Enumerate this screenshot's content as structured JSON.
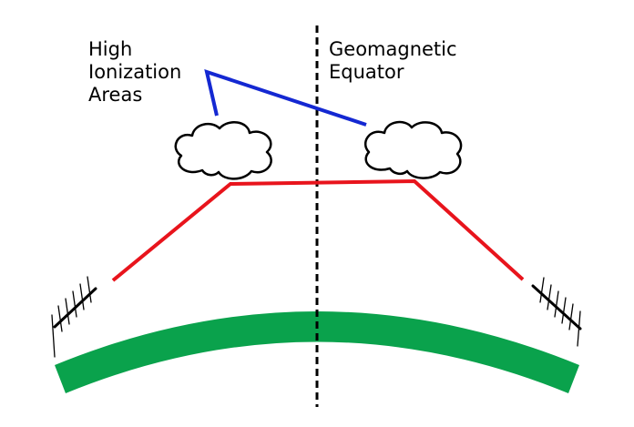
{
  "labels": {
    "high_ionization": [
      "High",
      "Ionization",
      "Areas"
    ],
    "geomagnetic_equator": [
      "Geomagnetic",
      "Equator"
    ]
  },
  "colors": {
    "earth": "#0aa24c",
    "signal_path": "#e8141c",
    "pointer": "#1428d2",
    "equator_line": "#000000",
    "cloud_outline": "#000000",
    "antenna": "#000000"
  },
  "icons": {
    "cloud_left": "cloud-icon",
    "cloud_right": "cloud-icon",
    "antenna_left": "yagi-antenna-icon",
    "antenna_right": "yagi-antenna-icon"
  }
}
